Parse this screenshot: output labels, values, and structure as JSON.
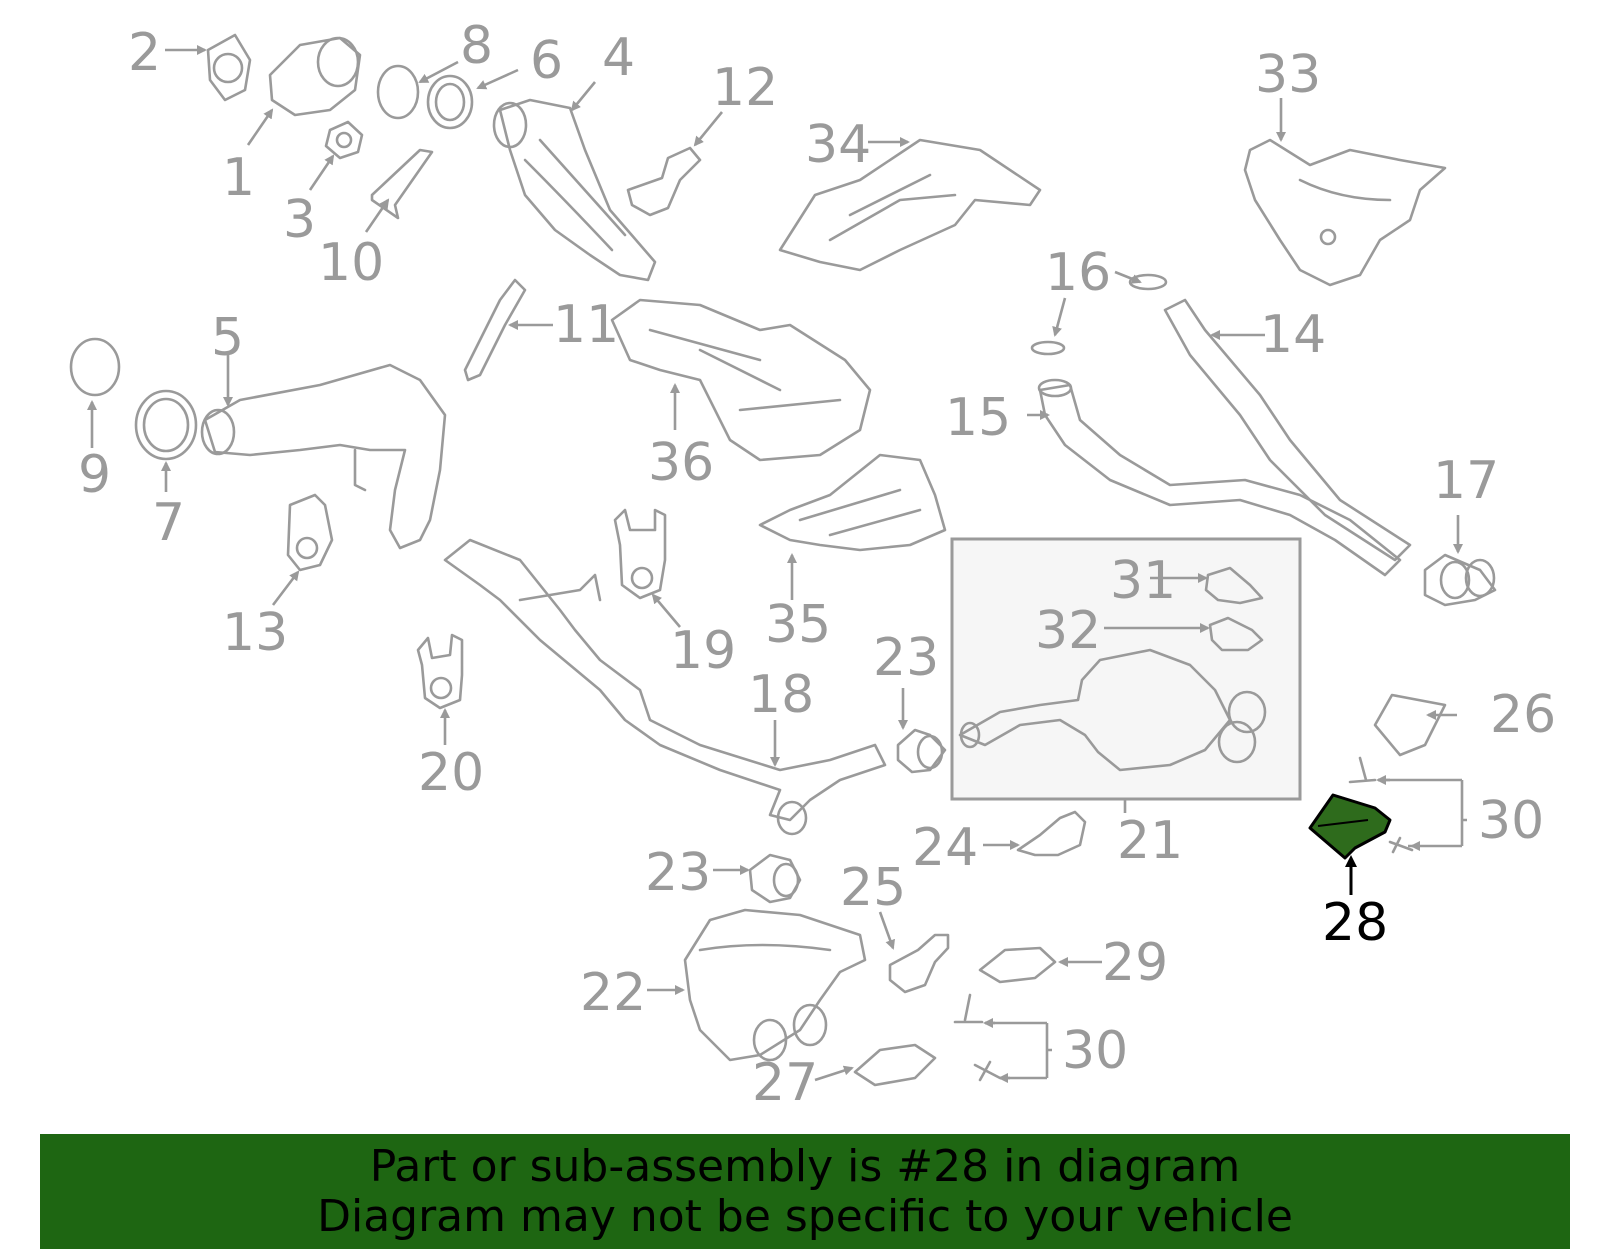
{
  "callouts": [
    "1",
    "2",
    "3",
    "4",
    "5",
    "6",
    "7",
    "8",
    "9",
    "10",
    "11",
    "12",
    "13",
    "14",
    "15",
    "16",
    "17",
    "18",
    "19",
    "20",
    "21",
    "22",
    "23",
    "23",
    "24",
    "25",
    "26",
    "27",
    "28",
    "29",
    "30",
    "30",
    "31",
    "32",
    "33",
    "34",
    "35",
    "36"
  ],
  "highlighted_part": "28",
  "colors": {
    "highlight_fill": "#2e6b1c",
    "banner_background": "#1e6612",
    "line_gray": "#9a9a9a",
    "callout_box_background": "#f6f6f6"
  },
  "banner": {
    "line1": "Part or sub-assembly is #28 in diagram",
    "line2": "Diagram may not be specific to your vehicle"
  }
}
